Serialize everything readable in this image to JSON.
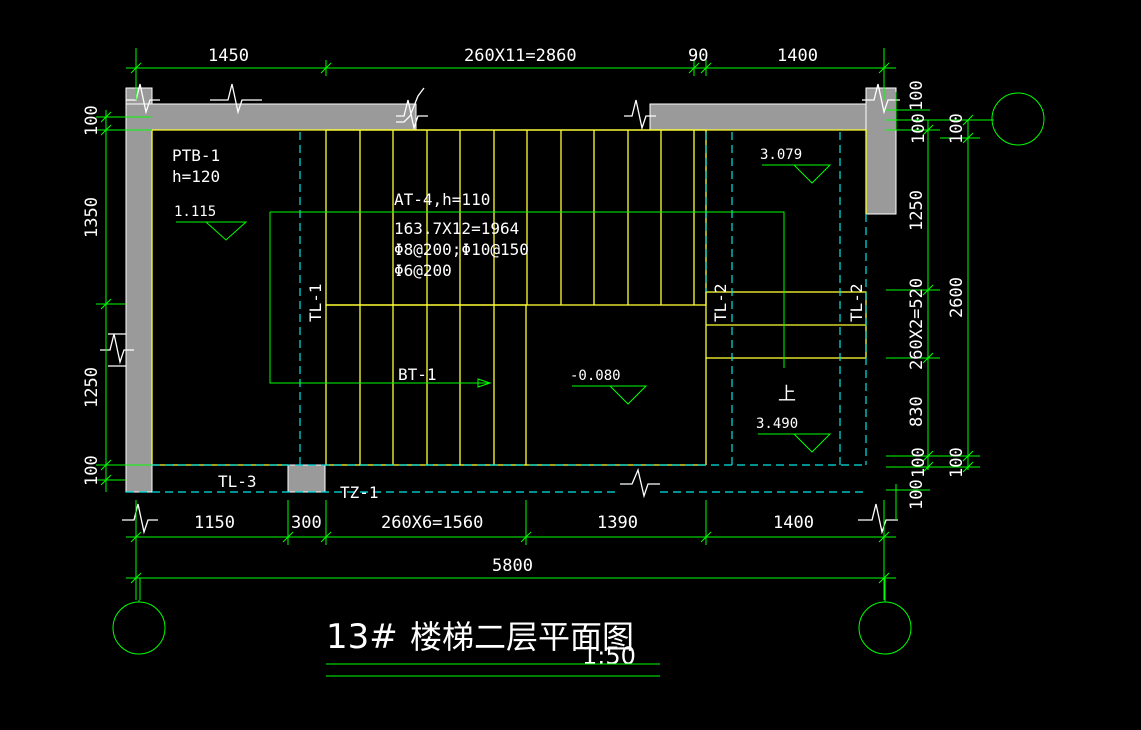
{
  "dimensions": {
    "top": [
      "1450",
      "260X11=2860",
      "90",
      "1400"
    ],
    "bottom": [
      "1150",
      "300",
      "260X6=1560",
      "1390",
      "1400"
    ],
    "overall": "5800",
    "left": [
      "100",
      "1350",
      "1250",
      "100"
    ],
    "right_inner": [
      "100",
      "1250",
      "260X2=520",
      "830",
      "100"
    ],
    "right_outer": [
      "100",
      "2600",
      "100"
    ],
    "right_small": [
      "100",
      "100"
    ]
  },
  "slabs": {
    "ptb_name": "PTB-1",
    "ptb_thickness": "h=120",
    "at_name": "AT-4,h=110",
    "at_steps": "163.7X12=1964",
    "at_rebar1": "Φ8@200;Φ10@150",
    "at_rebar2": "Φ6@200",
    "bt_name": "BT-1",
    "up_mark": "上"
  },
  "levels": [
    "1.115",
    "3.079",
    "-0.080",
    "3.490"
  ],
  "beams": {
    "tl1": "TL-1",
    "tl2a": "TL-2",
    "tl2b": "TL-2",
    "tl3": "TL-3",
    "tz1": "TZ-1"
  },
  "title": {
    "number": "13#",
    "name": "楼梯二层平面图",
    "scale": "1:50"
  }
}
